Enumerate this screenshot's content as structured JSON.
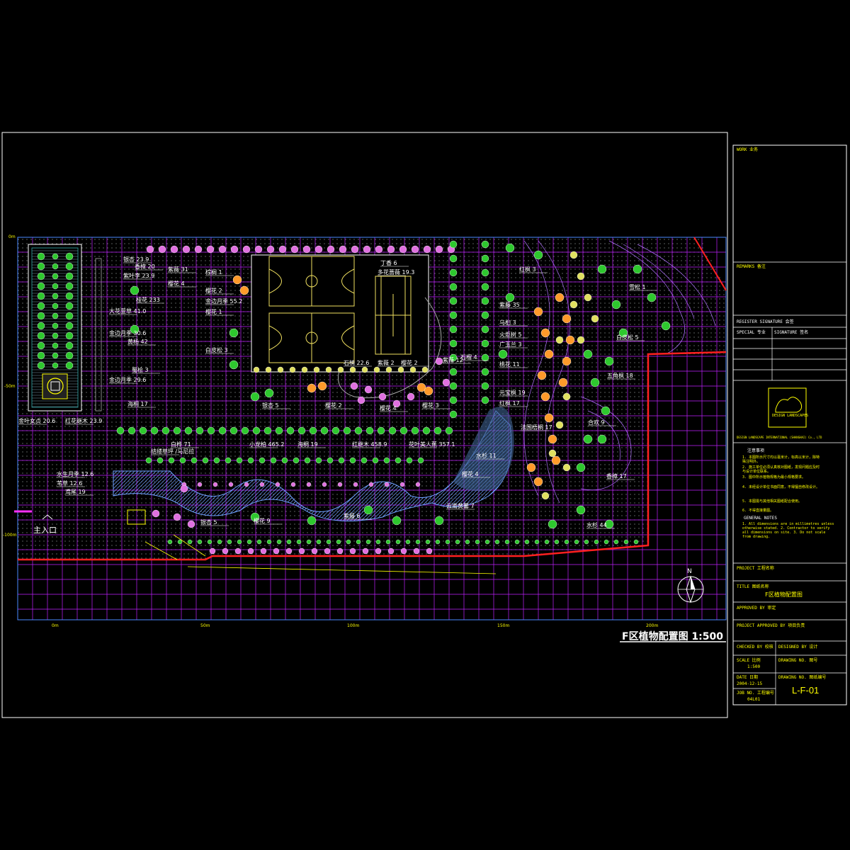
{
  "drawing": {
    "title": "F区植物配置图 1:500",
    "entrance_label": "主入口",
    "scale_x": [
      "0m",
      "50m",
      "100m",
      "150m",
      "200m"
    ],
    "scale_y": [
      "0m",
      "-50m",
      "-100m"
    ],
    "north_label": "N"
  },
  "plant_labels": [
    {
      "id": "l1",
      "text": "银杏 23.9"
    },
    {
      "id": "l2",
      "text": "香樟 20"
    },
    {
      "id": "l3",
      "text": "紫叶李 23.9"
    },
    {
      "id": "l4",
      "text": "桂花 233"
    },
    {
      "id": "l5",
      "text": "大花萱草 41.0"
    },
    {
      "id": "l6",
      "text": "金边月季 30.6"
    },
    {
      "id": "l7",
      "text": "黄杨 42"
    },
    {
      "id": "l8",
      "text": "蜀桧 3"
    },
    {
      "id": "l9",
      "text": "金边月季 29.6"
    },
    {
      "id": "l10",
      "text": "海桐 17"
    },
    {
      "id": "l11",
      "text": "金叶女贞 20.6"
    },
    {
      "id": "l12",
      "text": "红花继木 23.9"
    },
    {
      "id": "l13",
      "text": "紫薇 31"
    },
    {
      "id": "l14",
      "text": "樱花 4"
    },
    {
      "id": "l15",
      "text": "棕榈 1"
    },
    {
      "id": "l16",
      "text": "樱花 2"
    },
    {
      "id": "l17",
      "text": "金边月季 55.2"
    },
    {
      "id": "l18",
      "text": "樱花 1"
    },
    {
      "id": "l19",
      "text": "白皮松 3"
    },
    {
      "id": "l20",
      "text": "丁香 6"
    },
    {
      "id": "l21",
      "text": "多花蔷薇 19.3"
    },
    {
      "id": "l22",
      "text": "石楠 22.6"
    },
    {
      "id": "l23",
      "text": "紫薇 2"
    },
    {
      "id": "l24",
      "text": "樱花 2"
    },
    {
      "id": "l25",
      "text": "银杏 5"
    },
    {
      "id": "l26",
      "text": "樱花 2"
    },
    {
      "id": "l27",
      "text": "樱花 4"
    },
    {
      "id": "l28",
      "text": "樱花 3"
    },
    {
      "id": "l29",
      "text": "石榴 4"
    },
    {
      "id": "l30",
      "text": "白桦 71"
    },
    {
      "id": "l31",
      "text": "结缕草坪 /马尼拉"
    },
    {
      "id": "l32",
      "text": "小龙柏 465.2"
    },
    {
      "id": "l33",
      "text": "海桐 19"
    },
    {
      "id": "l34",
      "text": "红继木 458.9"
    },
    {
      "id": "l35",
      "text": "花叶美人蕉 357.1"
    },
    {
      "id": "l36",
      "text": "水生月季 12.6"
    },
    {
      "id": "l37",
      "text": "苇草 12.6"
    },
    {
      "id": "l38",
      "text": "鸢尾 19"
    },
    {
      "id": "l39",
      "text": "银杏 5"
    },
    {
      "id": "l40",
      "text": "樱花 9"
    },
    {
      "id": "l41",
      "text": "紫藤 6"
    },
    {
      "id": "l42",
      "text": "云南黄馨 7"
    },
    {
      "id": "l43",
      "text": "法国梧桐 17"
    },
    {
      "id": "l44",
      "text": "水杉 44"
    },
    {
      "id": "l45",
      "text": "香樟 17"
    },
    {
      "id": "l46",
      "text": "五角枫 18"
    },
    {
      "id": "l47",
      "text": "白皮松 5"
    },
    {
      "id": "l48",
      "text": "雪松 1"
    },
    {
      "id": "l49",
      "text": "红枫 3"
    },
    {
      "id": "l50",
      "text": "紫藤 35"
    },
    {
      "id": "l51",
      "text": "乌桕 3"
    },
    {
      "id": "l52",
      "text": "火炬树 5"
    },
    {
      "id": "l53",
      "text": "广玉兰 3"
    },
    {
      "id": "l54",
      "text": "桃花 11"
    },
    {
      "id": "l55",
      "text": "红枫 17"
    },
    {
      "id": "l56",
      "text": "元宝枫 19"
    },
    {
      "id": "l57",
      "text": "合欢 9"
    },
    {
      "id": "l58",
      "text": "樱花 4"
    },
    {
      "id": "l59",
      "text": "水杉 11"
    },
    {
      "id": "l60",
      "text": "紫薇 12"
    }
  ],
  "title_block": {
    "work": "WORK 业务",
    "remarks": "REMARKS 备注",
    "register": "REGISTER SIGNATURE 会签",
    "special": "SPECIAL 专业",
    "signature": "SIGNATURE 签名",
    "company": "DESIGN LANDSCAPES",
    "company_full": "DESIGN LANDSCAPE INTERNATIONAL (SHANGHAI) Co., LTD",
    "notes_title": "注意事项",
    "notes_cn": [
      "1. 本图所示尺寸均以毫米计，标高以米计，除特殊注明外。",
      "2. 施工单位必须认真核对图纸，发现问题应及时与设计单位联系。",
      "3. 图中所示植物规格为最小规格要求。",
      "4. 未经设计单位书面同意，不得擅自修改设计。",
      "5. 本图需与其他相关图纸配合使用。",
      "6. 不得直接量图。"
    ],
    "general_notes_title": "GENERAL NOTES",
    "general_notes": "1. All dimensions are in millimetres unless otherwise stated. 2. Contractor to verify all dimensions on site. 3. Do not scale from drawing.",
    "project": "PROJECT 工程名称",
    "title_label": "TITLE 图纸名称",
    "title_value": "F区植物配置图",
    "approved": "APPROVED BY 审定",
    "project_approved": "PROJECT APPROVED BY 项目负责",
    "checked": "CHECKED BY 校核",
    "designed": "DESIGNED BY 设计",
    "scale_label": "SCALE 比例",
    "scale_value": "1:500",
    "drawing_label": "DRAWING NO. 图号",
    "date_label": "DATE 日期",
    "date_value": "2004-12-15",
    "job_label": "JOB NO. 工程编号",
    "job_value": "04L01",
    "drawing_no_label": "DRAWING NO. 图纸编号",
    "drawing_no": "L-F-01"
  },
  "colors": {
    "grid": "#c020ff",
    "frame": "#ffffff",
    "tree_green": "#2ec82e",
    "tree_orange": "#ff9a2a",
    "tree_pink": "#e070e0",
    "tree_yellow": "#e0e060",
    "water": "#6fa0ff",
    "boundary": "#ff2020",
    "court": "#f0e060"
  }
}
